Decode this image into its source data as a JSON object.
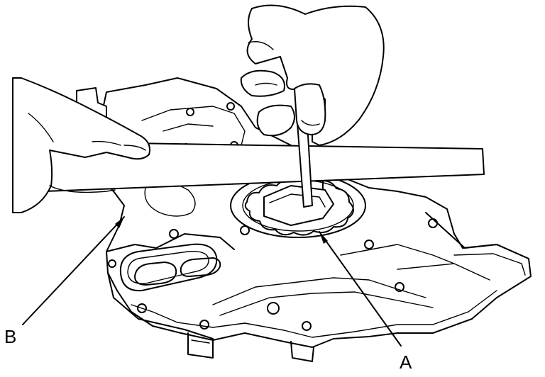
{
  "callouts": [
    {
      "id": "A",
      "label": "A"
    },
    {
      "id": "B",
      "label": "B"
    }
  ],
  "colors": {
    "line": "#000000",
    "background": "#ffffff"
  }
}
